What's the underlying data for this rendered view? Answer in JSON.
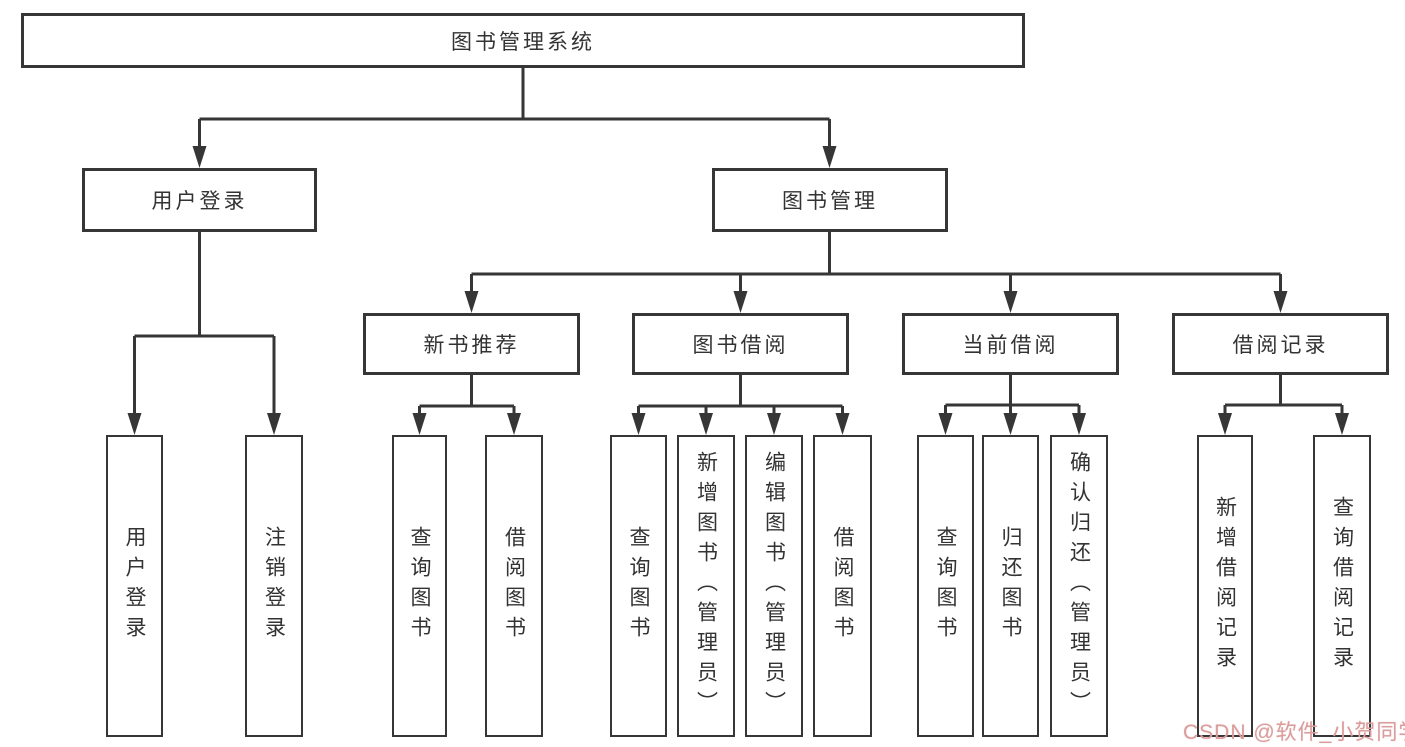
{
  "diagram": {
    "title": "图书管理系统",
    "branches": [
      {
        "label": "用户登录",
        "children": [
          {
            "label": "用户登录"
          },
          {
            "label": "注销登录"
          }
        ]
      },
      {
        "label": "图书管理",
        "sections": [
          {
            "label": "新书推荐",
            "children": [
              {
                "label": "查询图书"
              },
              {
                "label": "借阅图书"
              }
            ]
          },
          {
            "label": "图书借阅",
            "children": [
              {
                "label": "查询图书"
              },
              {
                "label": "新增图书（管理员）"
              },
              {
                "label": "编辑图书（管理员）"
              },
              {
                "label": "借阅图书"
              }
            ]
          },
          {
            "label": "当前借阅",
            "children": [
              {
                "label": "查询图书"
              },
              {
                "label": "归还图书"
              },
              {
                "label": "确认归还（管理员）"
              }
            ]
          },
          {
            "label": "借阅记录",
            "children": [
              {
                "label": "新增借阅记录"
              },
              {
                "label": "查询借阅记录"
              }
            ]
          }
        ]
      }
    ]
  },
  "watermark": {
    "text": "CSDN @软件_小贺同学"
  },
  "colors": {
    "line": "#363636",
    "text": "#333333",
    "watermark": "#dd9c9c",
    "bg": "#ffffff"
  }
}
